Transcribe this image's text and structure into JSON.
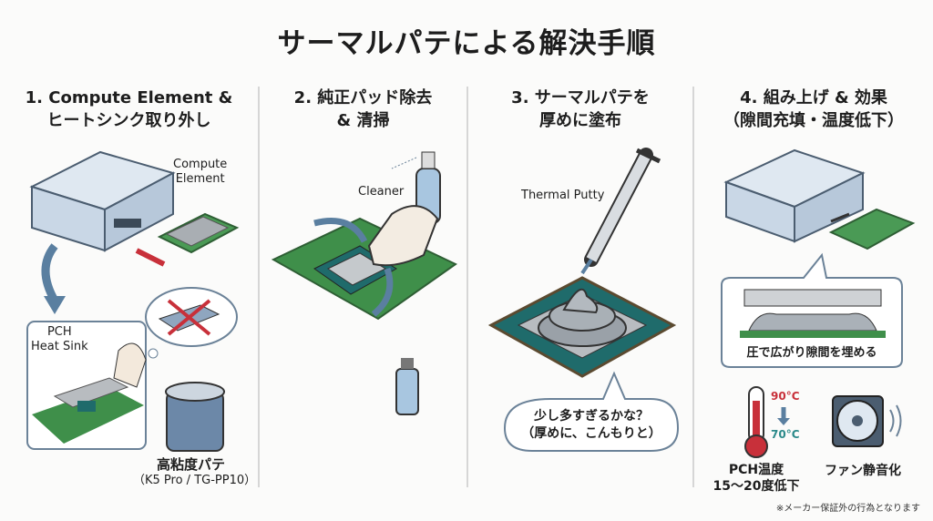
{
  "title": "サーマルパテによる解決手順",
  "steps": [
    {
      "heading_line1": "1. Compute Element &",
      "heading_line2": "ヒートシンク取り外し",
      "labels": {
        "compute_element_1": "Compute",
        "compute_element_2": "Element",
        "heatsink_1": "PCH",
        "heatsink_2": "Heat Sink",
        "putty_name": "高粘度パテ",
        "putty_models": "（K5 Pro / TG-PP10）"
      }
    },
    {
      "heading_line1": "2. 純正パッド除去",
      "heading_line2": "& 清掃",
      "labels": {
        "cleaner": "Cleaner"
      }
    },
    {
      "heading_line1": "3. サーマルパテを",
      "heading_line2": "厚めに塗布",
      "labels": {
        "thermal_putty": "Thermal Putty",
        "bubble_line1": "少し多すぎるかな？",
        "bubble_line2": "（厚めに、こんもりと）"
      }
    },
    {
      "heading_line1": "4. 組み上げ & 効果",
      "heading_line2": "（隙間充填・温度低下）",
      "labels": {
        "fill_caption": "圧で広がり隙間を埋める",
        "temp_high": "90°C",
        "temp_low": "70°C",
        "pch_temp_1": "PCH温度",
        "pch_temp_2": "15〜20度低下",
        "fan": "ファン静音化"
      }
    }
  ],
  "footnote": "※メーカー保証外の行為となります",
  "colors": {
    "device": "#c9d7e6",
    "board": "#3f8f4a",
    "chip": "#1f6b6b",
    "arrow": "#5a7fa0",
    "red": "#c8303a",
    "teal": "#2b8a8a"
  }
}
